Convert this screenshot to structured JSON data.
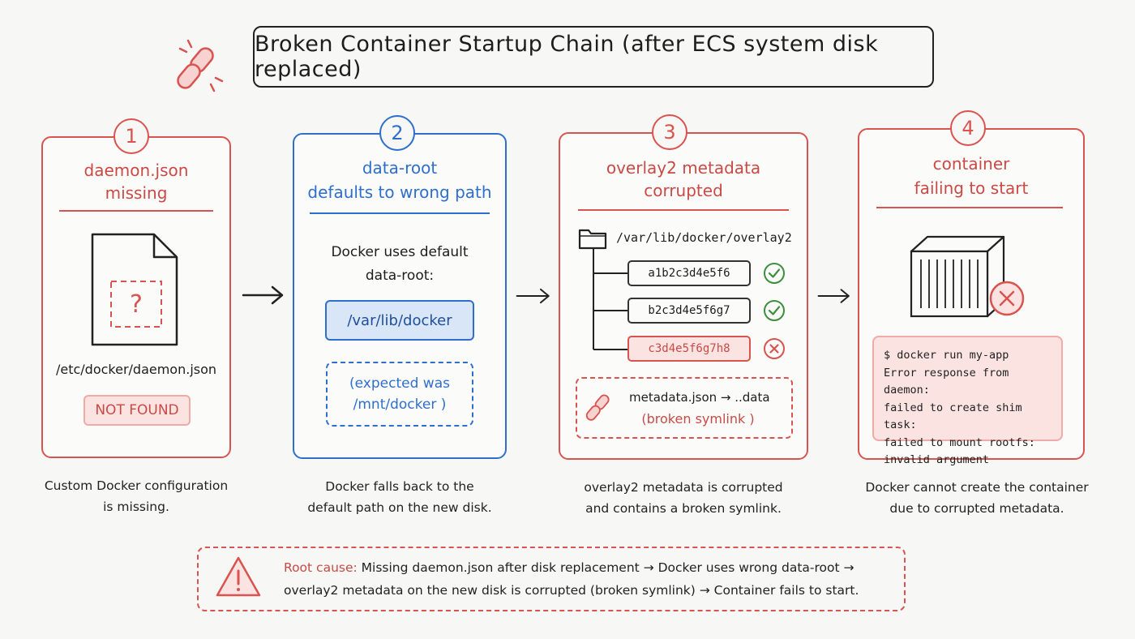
{
  "title": "Broken Container Startup Chain (after ECS system disk replaced)",
  "colors": {
    "red": "#d9534f",
    "blue": "#2f6fcc",
    "bg": "#f7f7f5",
    "pink": "#fbe3e2"
  },
  "icons": [
    "broken-chain-icon",
    "file-icon",
    "folder-icon",
    "check-icon",
    "x-icon",
    "container-icon",
    "warning-icon",
    "arrow-right-icon"
  ],
  "panels": [
    {
      "number": "1",
      "title_line1": "daemon.json",
      "title_line2": "missing",
      "file_path": "/etc/docker/daemon.json",
      "question_mark": "?",
      "status": "NOT FOUND",
      "caption_line1": "Custom Docker configuration",
      "caption_line2": "is missing."
    },
    {
      "number": "2",
      "title_line1": "data-root",
      "title_line2": "defaults to wrong path",
      "body_line1": "Docker uses default",
      "body_line2": "data-root:",
      "path": "/var/lib/docker",
      "expected_line1": "(expected was",
      "expected_line2": "/mnt/docker )",
      "caption_line1": "Docker falls back to the",
      "caption_line2": "default path on the new disk."
    },
    {
      "number": "3",
      "title_line1": "overlay2 metadata",
      "title_line2": "corrupted",
      "folder": "/var/lib/docker/overlay2",
      "entries": [
        {
          "hash": "a1b2c3d4e5f6",
          "ok": true
        },
        {
          "hash": "b2c3d4e5f6g7",
          "ok": true
        },
        {
          "hash": "c3d4e5f6g7h8",
          "ok": false
        }
      ],
      "symlink_line1": "metadata.json → ..data",
      "symlink_line2": "(broken symlink )",
      "caption_line1": "overlay2 metadata is corrupted",
      "caption_line2": "and contains a broken symlink."
    },
    {
      "number": "4",
      "title_line1": "container",
      "title_line2": "failing to start",
      "terminal": [
        "$ docker run my-app",
        "Error response from daemon:",
        "failed to create shim task:",
        "failed to mount rootfs:",
        "invalid argument"
      ],
      "caption_line1": "Docker cannot create the container",
      "caption_line2": "due to corrupted metadata."
    }
  ],
  "root_cause": {
    "label": "Root cause:",
    "line1": "Missing daemon.json after disk replacement → Docker uses wrong data-root →",
    "line2": "overlay2 metadata on the new disk is corrupted (broken symlink) → Container fails to start."
  }
}
